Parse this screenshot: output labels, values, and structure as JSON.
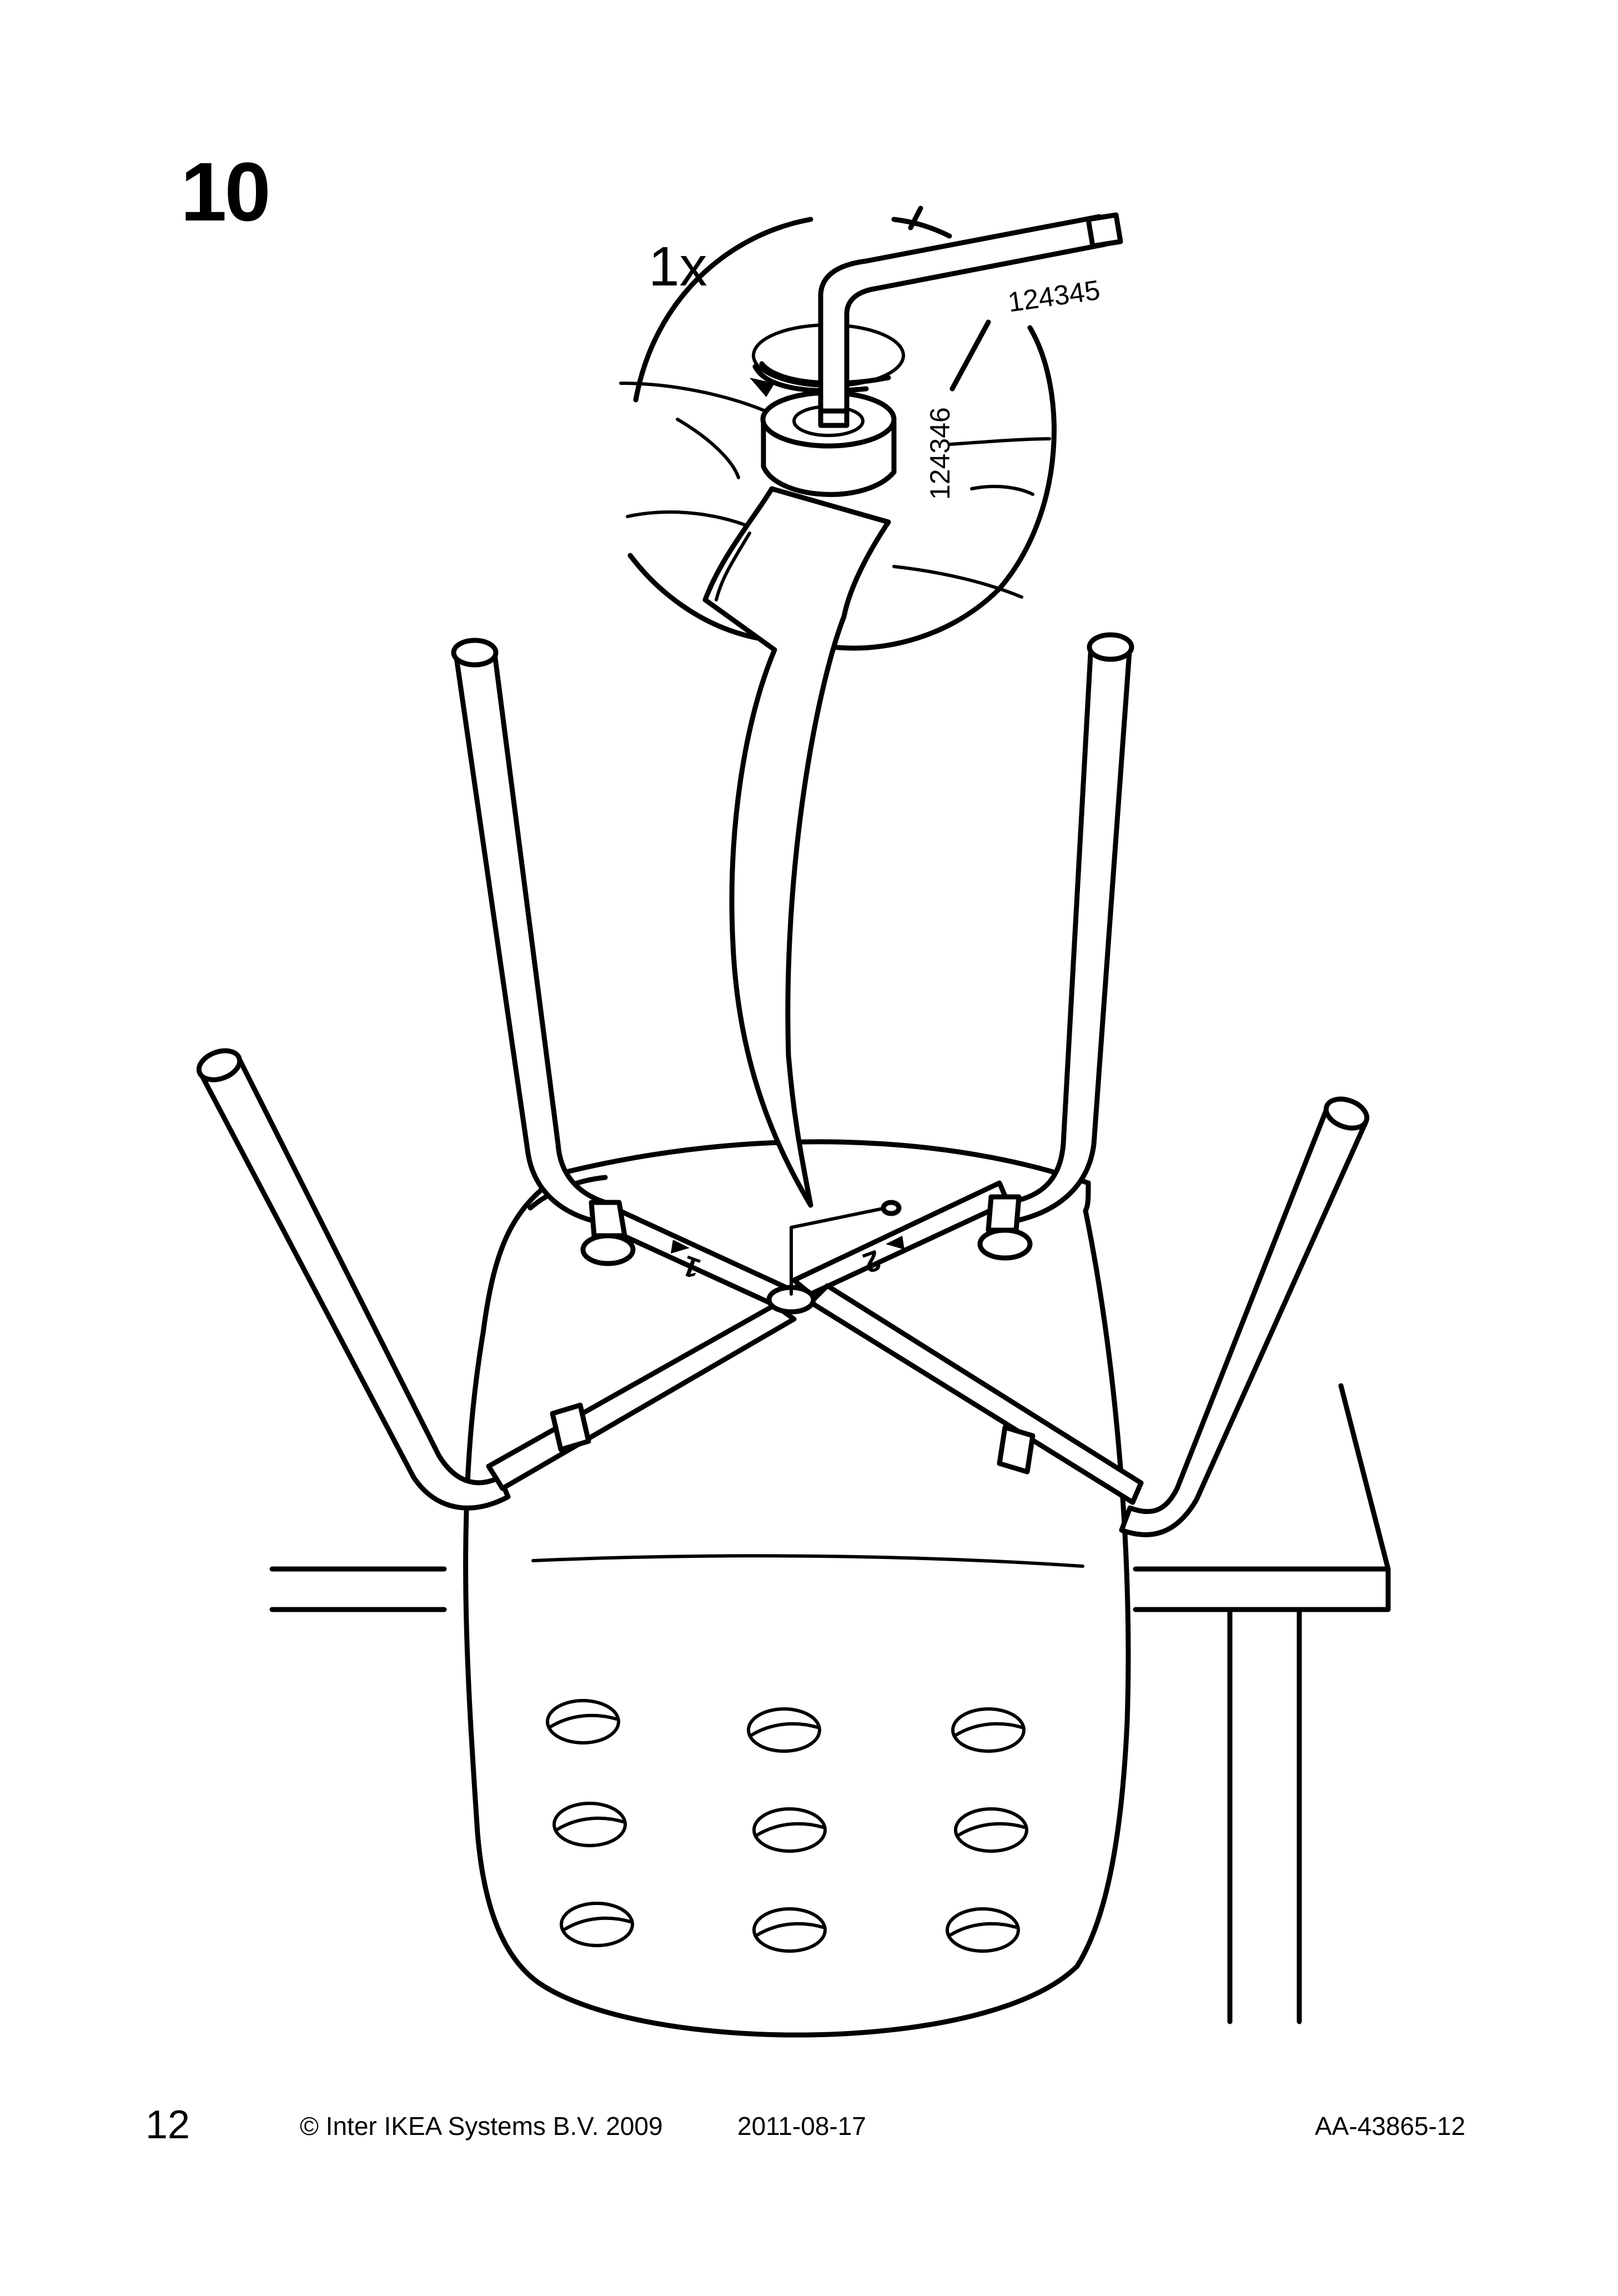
{
  "step": {
    "number": "10"
  },
  "detail": {
    "quantity": "1x",
    "part_numbers": [
      "124345",
      "124346"
    ],
    "icons": [
      "magnifier-circle",
      "allen-key",
      "rotation-arrow",
      "hand"
    ]
  },
  "main": {
    "legs_labels": [
      "1",
      "2"
    ],
    "icons": [
      "chair-upside-down",
      "table",
      "allen-key"
    ]
  },
  "footer": {
    "page_number": "12",
    "copyright": "© Inter IKEA Systems B.V. 2009",
    "date": "2011-08-17",
    "document_id": "AA-43865-12"
  }
}
